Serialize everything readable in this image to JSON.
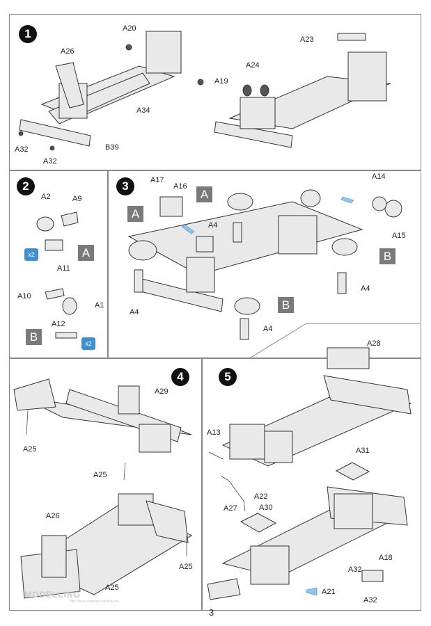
{
  "page": {
    "number": "3"
  },
  "watermark": {
    "text": "MODELLING",
    "url": "http://www.militarymodelling.info"
  },
  "steps": [
    {
      "number": "1",
      "labels": [
        "A20",
        "A26",
        "A34",
        "A19",
        "A32",
        "A32",
        "B39",
        "A23",
        "A24"
      ]
    },
    {
      "number": "2",
      "labels": [
        "A2",
        "A9",
        "A11",
        "A10",
        "A1",
        "A12"
      ],
      "tags": [
        "A",
        "B"
      ],
      "multiplier": "x2"
    },
    {
      "number": "3",
      "labels": [
        "A17",
        "A16",
        "A14",
        "A15",
        "A4",
        "A4",
        "A4",
        "A4"
      ],
      "tags": [
        "A",
        "A",
        "B",
        "B"
      ]
    },
    {
      "number": "4",
      "labels": [
        "A29",
        "A25",
        "A25",
        "A26",
        "A25",
        "A25"
      ]
    },
    {
      "number": "5",
      "labels": [
        "A28",
        "A13",
        "A22",
        "A27",
        "A31",
        "A30",
        "A18",
        "A32",
        "A21",
        "A32"
      ]
    }
  ]
}
